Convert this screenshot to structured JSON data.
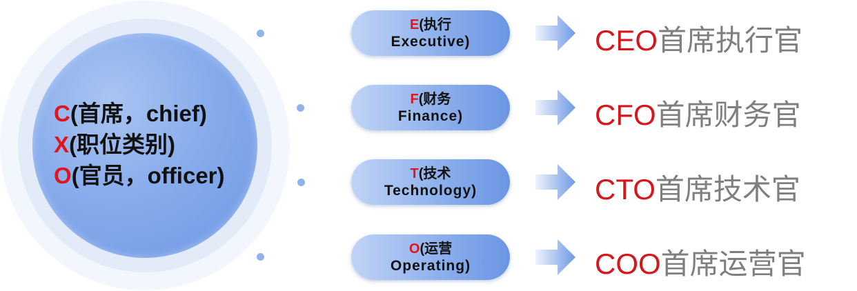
{
  "center": {
    "lines": [
      {
        "letter": "C",
        "rest": "(首席，chief)"
      },
      {
        "letter": "X",
        "rest": "(职位类别)"
      },
      {
        "letter": "O",
        "rest": "(官员，officer)"
      }
    ]
  },
  "pills": [
    {
      "letter": "E",
      "cn": "(执行",
      "en": "Executive)"
    },
    {
      "letter": "F",
      "cn": "(财务",
      "en": "Finance)"
    },
    {
      "letter": "T",
      "cn": "(技术",
      "en": "Technology)"
    },
    {
      "letter": "O",
      "cn": "(运营",
      "en": "Operating)"
    }
  ],
  "results": [
    {
      "abbr": "CEO",
      "title": "首席执行官"
    },
    {
      "abbr": "CFO",
      "title": "首席财务官"
    },
    {
      "abbr": "CTO",
      "title": "首席技术官"
    },
    {
      "abbr": "COO",
      "title": "首席运营官"
    }
  ],
  "colors": {
    "accent_red": "#e1141b",
    "circle_blue": "#7fa3e9",
    "text_gray": "#7f7f7f"
  }
}
